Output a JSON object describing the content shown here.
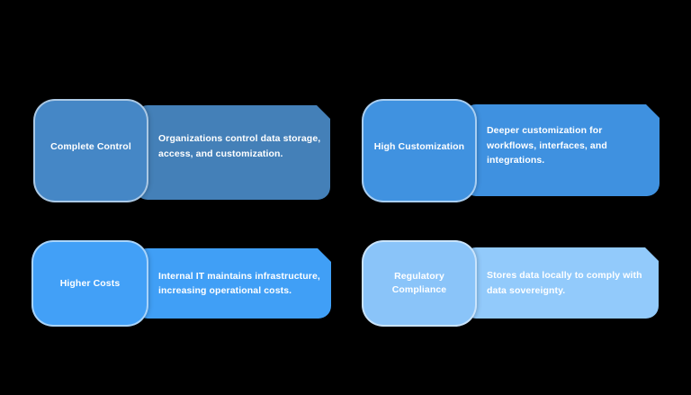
{
  "background_color": "#000000",
  "text_color": "#ffffff",
  "cards": [
    {
      "label": "Complete Control",
      "description": "Organizations control data storage,\naccess, and customization.",
      "label_color": "#4587c6",
      "desc_color": "#4480b8"
    },
    {
      "label": "High Customization",
      "description": "Deeper customization for\nworkflows, interfaces, and\nintegrations.",
      "label_color": "#4092e0",
      "desc_color": "#3f91e0"
    },
    {
      "label": "Higher Costs",
      "description": "Internal IT maintains infrastructure,\nincreasing operational costs.",
      "label_color": "#42a0f7",
      "desc_color": "#409ff6"
    },
    {
      "label": "Regulatory\nCompliance",
      "description": "Stores data locally to comply with\ndata sovereignty.",
      "label_color": "#8ac4f9",
      "desc_color": "#92cafb"
    }
  ]
}
